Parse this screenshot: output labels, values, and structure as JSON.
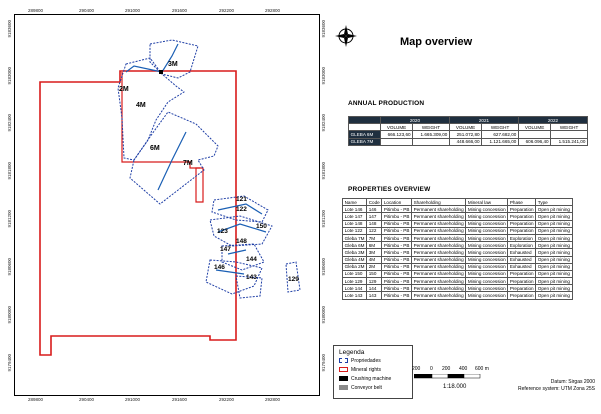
{
  "header": {
    "title": "Map overview"
  },
  "map": {
    "top_ticks": [
      "289800",
      "290400",
      "291000",
      "291600",
      "292200",
      "292800"
    ],
    "bottom_ticks": [
      "289800",
      "290400",
      "291000",
      "291600",
      "292200",
      "292800"
    ],
    "left_ticks": [
      "9183600",
      "9183000",
      "9182400",
      "9181800",
      "9181200",
      "9180600",
      "9180000",
      "9179400"
    ],
    "right_ticks": [
      "9183600",
      "9183000",
      "9182400",
      "9181800",
      "9181200",
      "9180600",
      "9180000",
      "9179400"
    ],
    "labels": [
      "3M",
      "2M",
      "4M",
      "6M",
      "7M",
      "121",
      "122",
      "123",
      "150",
      "148",
      "147",
      "144",
      "146",
      "143",
      "129"
    ],
    "colors": {
      "property": "#1f3fa6",
      "mineral_rights": "#d81c1c",
      "conveyor": "#1a5fb4"
    }
  },
  "annual_production": {
    "title": "ANNUAL PRODUCTION",
    "years": [
      "2020",
      "2021",
      "2022"
    ],
    "subheaders": [
      "VOLUME",
      "WEIGHT",
      "VOLUME",
      "WEIGHT",
      "VOLUME",
      "WEIGHT"
    ],
    "rows": [
      {
        "label": "GLEBA 6M",
        "values": [
          "666.123,60",
          "1.665.309,00",
          "251.072,80",
          "627.682,00",
          "",
          ""
        ]
      },
      {
        "label": "GLEBA 7M",
        "values": [
          "",
          "",
          "448.666,00",
          "1.121.665,00",
          "606.096,40",
          "1.515.241,00"
        ]
      }
    ]
  },
  "properties_overview": {
    "title": "PROPERTIES OVERVIEW",
    "columns": [
      "Name",
      "Code",
      "Location",
      "Shareholding",
      "Mineral law",
      "Phase",
      "Type"
    ],
    "rows": [
      [
        "Lote 146",
        "146",
        "Pitimbu - PB",
        "Permanent shareholding",
        "Mining concession",
        "Preparation",
        "Open pit mining"
      ],
      [
        "Lote 147",
        "147",
        "Pitimbu - PB",
        "Permanent shareholding",
        "Mining concession",
        "Preparation",
        "Open pit mining"
      ],
      [
        "Lote 148",
        "148",
        "Pitimbu - PB",
        "Permanent shareholding",
        "Mining concession",
        "Preparation",
        "Open pit mining"
      ],
      [
        "Lote 122",
        "122",
        "Pitimbu - PB",
        "Permanent shareholding",
        "Mining concession",
        "Preparation",
        "Open pit mining"
      ],
      [
        "Gleba 7M",
        "7M",
        "Pitimbu - PB",
        "Permanent shareholding",
        "Mining concession",
        "Exploration",
        "Open pit mining"
      ],
      [
        "Gleba 6M",
        "6M",
        "Pitimbu - PB",
        "Permanent shareholding",
        "Mining concession",
        "Exploration",
        "Open pit mining"
      ],
      [
        "Gleba 3M",
        "3M",
        "Pitimbu - PB",
        "Permanent shareholding",
        "Mining concession",
        "Exhausted",
        "Open pit mining"
      ],
      [
        "Gleba 4M",
        "4M",
        "Pitimbu - PB",
        "Permanent shareholding",
        "Mining concession",
        "Exhausted",
        "Open pit mining"
      ],
      [
        "Gleba 2M",
        "2M",
        "Pitimbu - PB",
        "Permanent shareholding",
        "Mining concession",
        "Exhausted",
        "Open pit mining"
      ],
      [
        "Lote 150",
        "150",
        "Pitimbu - PB",
        "Permanent shareholding",
        "Mining concession",
        "Preparation",
        "Open pit mining"
      ],
      [
        "Lote 129",
        "129",
        "Pitimbu - PB",
        "Permanent shareholding",
        "Mining concession",
        "Preparation",
        "Open pit mining"
      ],
      [
        "Lote 144",
        "144",
        "Pitimbu - PB",
        "Permanent shareholding",
        "Mining concession",
        "Preparation",
        "Open pit mining"
      ],
      [
        "Lote 143",
        "143",
        "Pitimbu - PB",
        "Permanent shareholding",
        "Mining concession",
        "Preparation",
        "Open pit mining"
      ]
    ]
  },
  "legend": {
    "title": "Legenda",
    "items": [
      {
        "label": "Propriedades",
        "icon": "dashed-polygon-icon"
      },
      {
        "label": "Mineral rights",
        "icon": "red-outline-icon"
      },
      {
        "label": "Crushing machine",
        "icon": "black-square-icon"
      },
      {
        "label": "Conveyor belt",
        "icon": "gray-square-icon"
      }
    ]
  },
  "scale_bar": {
    "labels": [
      "200",
      "0",
      "200",
      "400",
      "600 m"
    ],
    "ratio": "1:18.000"
  },
  "datum": {
    "line1": "Datum: Sirgas 2000",
    "line2": "Reference system: UTM Zona 25S"
  }
}
